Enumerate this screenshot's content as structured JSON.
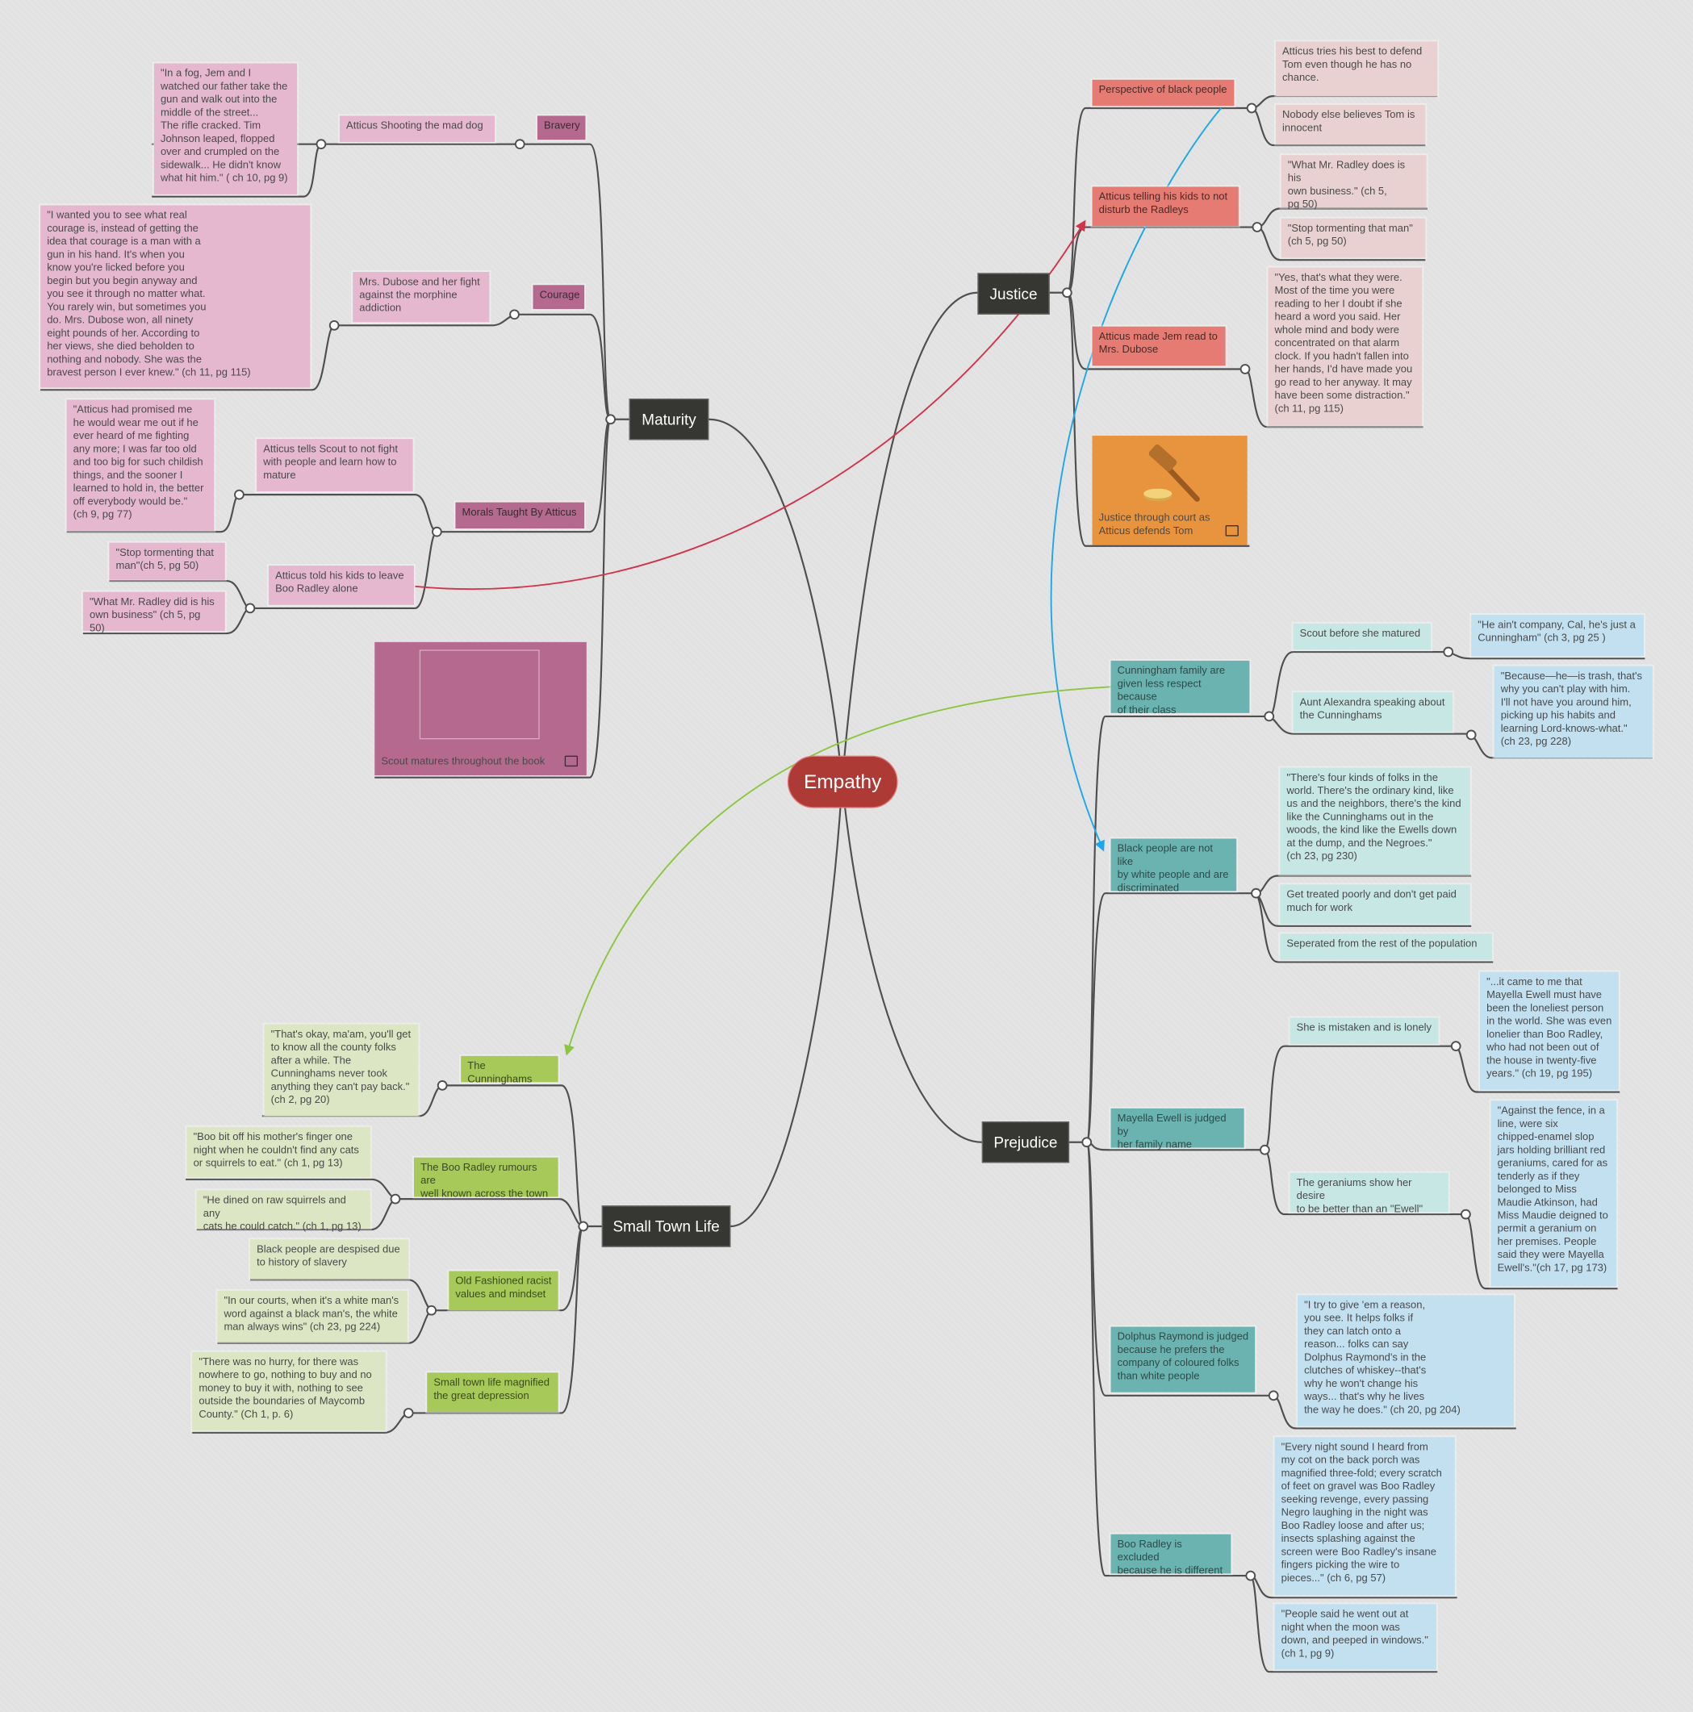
{
  "center": {
    "label": "Empathy",
    "color": "#ae3a36"
  },
  "colors": {
    "maturity": "#b5698f",
    "justice": "#e57b72",
    "prejudice": "#6ab3b0",
    "small_town": "#a6c95a",
    "relation_red": "#d2334a",
    "relation_blue": "#1ea7e8",
    "relation_green": "#8cc63f"
  },
  "maturity": {
    "label": "Maturity",
    "bravery": "Bravery",
    "mad_dog": "Atticus Shooting the mad dog",
    "mad_dog_quote": "\"In a fog, Jem and I\nwatched our father take the\ngun and walk out into the\nmiddle of the street...\nThe rifle cracked. Tim\nJohnson leaped, flopped\nover and crumpled on the\nsidewalk... He didn't know\nwhat hit him.\" ( ch 10, pg 9)",
    "courage": "Courage",
    "dubose": "Mrs. Dubose and her fight\nagainst the morphine\naddiction",
    "dubose_quote": "\"I wanted you to see what real\ncourage is, instead of getting the\nidea that courage is a man with a\ngun in his hand. It's when you\nknow you're licked before you\nbegin but you begin anyway and\nyou see it through no matter what.\nYou rarely win, but sometimes you\ndo. Mrs. Dubose won, all ninety\neight pounds of her. According to\nher views, she died beholden to\nnothing and nobody. She was the\nbravest person I ever knew.\"                    (ch 11, pg 115)",
    "morals": "Morals Taught By Atticus",
    "no_fight": "Atticus tells Scout to not fight\nwith people and learn how to\nmature",
    "no_fight_quote": "\"Atticus had promised me\nhe would wear me out if he\never heard of me fighting\nany more; I was far too old\nand too big for such childish\nthings, and the sooner I\nlearned to hold in, the better\noff everybody would be.\"\n(ch 9, pg 77)",
    "leave_boo": "Atticus told his kids to leave\nBoo Radley alone",
    "leave_boo_q1": "\"Stop tormenting that\nman\"(ch 5, pg 50)",
    "leave_boo_q2": "\"What Mr. Radley did is his\nown business\" (ch 5, pg 50)",
    "image_caption": "Scout matures throughout the book"
  },
  "justice": {
    "label": "Justice",
    "perspective": "Perspective of black people",
    "perspective_q1": "Atticus tries his best to defend\nTom even though he has no\nchance.",
    "perspective_q2": "Nobody else believes Tom is\ninnocent",
    "radleys": "Atticus telling his kids to not\ndisturb the Radleys",
    "radleys_q1": "\"What Mr. Radley does is his\nown business.\"          (ch 5,\npg 50)",
    "radleys_q2": "\"Stop tormenting that man\"\n(ch 5, pg 50)",
    "jem_read": "Atticus made Jem read to\nMrs. Dubose",
    "jem_read_quote": "\"Yes, that's what they were.\nMost of the time you were\nreading to her I doubt if she\nheard a word you said. Her\nwhole mind and body were\nconcentrated on that alarm\nclock. If you hadn't fallen into\nher hands, I'd have made you\ngo read to her anyway. It may\nhave been some distraction.\"\n(ch 11, pg 115)",
    "image_caption": "Justice through court as\nAtticus defends Tom",
    "image_icon": "gavel-icon"
  },
  "prejudice": {
    "label": "Prejudice",
    "cunningham": "Cunningham family are\ngiven less respect because\nof their class",
    "scout_before": "Scout before she matured",
    "scout_before_q": "\"He ain't company, Cal, he's just a\nCunningham\"        (ch 3, pg 25 )",
    "aunt": "Aunt Alexandra speaking about\nthe Cunninghams",
    "aunt_q": "\"Because—he—is trash, that's\nwhy you can't play with him.\nI'll not have you around him,\npicking up his habits and\nlearning Lord-knows-what.\"\n(ch 23, pg 228)",
    "black": "Black people are not like\nby white people and are\ndiscriminated",
    "black_q1": "\"There's four kinds of folks in the\nworld. There's the ordinary kind, like\nus and the neighbors, there's the kind\nlike the Cunninghams out in the\nwoods, the kind like the Ewells down\nat the dump, and the Negroes.\"\n(ch 23, pg 230)",
    "black_q2": "Get treated poorly and don't get paid\nmuch for work",
    "black_q3": "Seperated from the rest of the population",
    "mayella": "Mayella Ewell is judged by\nher family name",
    "lonely": "She is  mistaken and is lonely",
    "lonely_q": "\"...it came to me that\nMayella Ewell must have\nbeen the loneliest person\nin the world. She was even\nlonelier than Boo Radley,\nwho had not been out of\nthe house in twenty-five\nyears.\" (ch 19, pg 195)",
    "geraniums": "The geraniums show her desire\nto be better than an \"Ewell\"",
    "geraniums_q": "\"Against the fence, in a\nline, were six\nchipped-enamel slop\njars holding brilliant red\ngeraniums, cared for as\ntenderly as if they\nbelonged to Miss\nMaudie Atkinson, had\nMiss Maudie deigned to\npermit a geranium on\nher premises. People\nsaid they were Mayella\nEwell's.\"(ch 17, pg 173)",
    "dolphus": "Dolphus Raymond is judged\nbecause he prefers the\ncompany of coloured folks\nthan white people",
    "dolphus_q": "\"I try to give 'em a reason,\nyou see. It helps folks if\nthey can latch onto a\nreason... folks can say\nDolphus Raymond's in the\nclutches of whiskey--that's\nwhy he won't change his\nways... that's why he lives\nthe way he does.\"              (ch 20, pg 204)",
    "boo": "Boo Radley is excluded\nbecause he is different",
    "boo_q1": "\"Every night sound I heard from\nmy cot on the back porch was\nmagnified three-fold; every scratch\nof feet on gravel was  Boo Radley\nseeking revenge, every passing\nNegro laughing in the night was\nBoo Radley loose and after us;\ninsects splashing against the\nscreen were Boo Radley's insane\nfingers picking the wire to\npieces...\" (ch 6, pg 57)",
    "boo_q2": "\"People said he went out at\nnight when the moon was\ndown, and peeped in windows.\"\n(ch 1, pg 9)"
  },
  "small_town": {
    "label": "Small Town Life",
    "cunninghams": "The Cunninghams",
    "cunninghams_q": "\"That's okay, ma'am, you'll get\nto know all the county folks\nafter a while. The\nCunninghams never took\nanything they can't pay back.\"\n(ch 2, pg 20)",
    "rumours": "The Boo Radley rumours are\nwell known across the town",
    "rumours_q1": "\"Boo bit off his mother's finger one\nnight when he couldn't find any cats\nor squirrels to eat.\" (ch 1, pg 13)",
    "rumours_q2": "\"He dined on raw squirrels and any\ncats he could catch.\" (ch 1, pg 13)",
    "racist": "Old Fashioned racist\nvalues and mindset",
    "racist_q1": "Black people are despised due\nto history of slavery",
    "racist_q2": "\"In our courts, when it's a white man's\nword against a black man's, the white\nman always wins\" (ch 23, pg 224)",
    "depression": "Small town life magnified\nthe great depression",
    "depression_q": "\"There was no hurry, for there was\nnowhere to go, nothing to buy and no\nmoney to buy it with, nothing to see\noutside the boundaries of Maycomb\nCounty.\" (Ch 1, p. 6)"
  }
}
